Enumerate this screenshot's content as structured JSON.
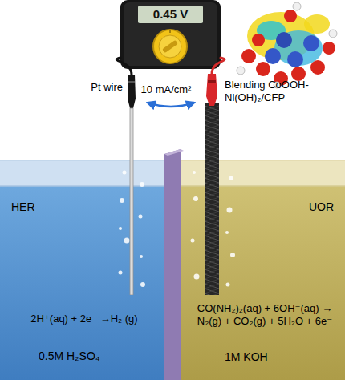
{
  "diagram": {
    "nodes": [
      {
        "text": [
          "0.45 V"
        ]
      },
      {
        "text": [
          "Pt wire"
        ]
      },
      {
        "text": [
          "Blending CoOOH-Ni(OH)₂/CFP"
        ]
      },
      {
        "text": [
          "HER",
          "2H⁺(aq) + 2e⁻ →H₂ (g)",
          "0.5M H₂SO₄"
        ]
      },
      {
        "text": [
          "UOR",
          "CO(NH₂)₂(aq) + 6OH⁻(aq) → N₂(g) + CO₂(g) + 5H₂O + 6e⁻",
          "1M KOH"
        ]
      }
    ],
    "edges": [
      {
        "from": 0,
        "to": 1,
        "arrow": "none"
      },
      {
        "from": 0,
        "to": 2,
        "arrow": "none"
      }
    ],
    "labels": [
      "10 mA/cm²"
    ]
  }
}
